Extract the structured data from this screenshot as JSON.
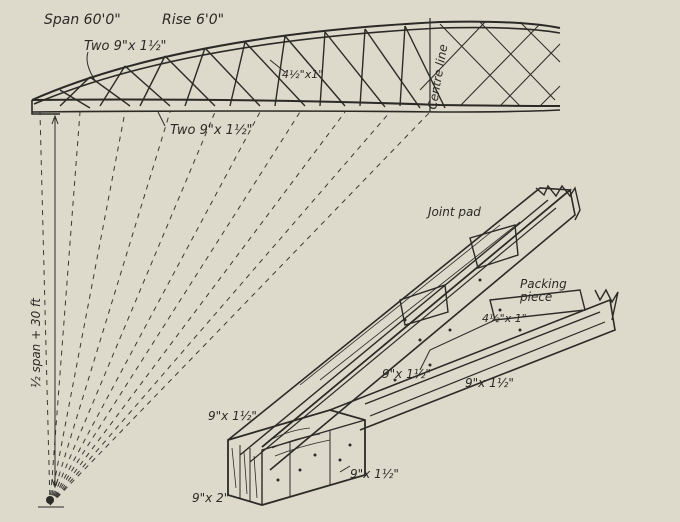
{
  "labels": {
    "span": "Span 60'0\"",
    "rise": "Rise 6'0\"",
    "top_chord": "Two 9\"x 1½\"",
    "bottom_chord": "Two 9\"x 1½\"",
    "brace": "4½\"x1\"",
    "centre_line": "Centre line",
    "radius": "½ span + 30 ft",
    "joint_pad": "Joint pad",
    "packing_1": "Packing",
    "packing_2": "piece",
    "packing_size": "4½\"x 1\"",
    "member_a": "9\"x 1½\"",
    "member_b": "9\"x 1½\"",
    "member_c": "9\"x 1½\"",
    "member_d": "9\"x 1½\"",
    "block": "9\"x 2\""
  },
  "colors": {
    "paper": "#ddd9cb",
    "ink": "#2b2a26"
  }
}
